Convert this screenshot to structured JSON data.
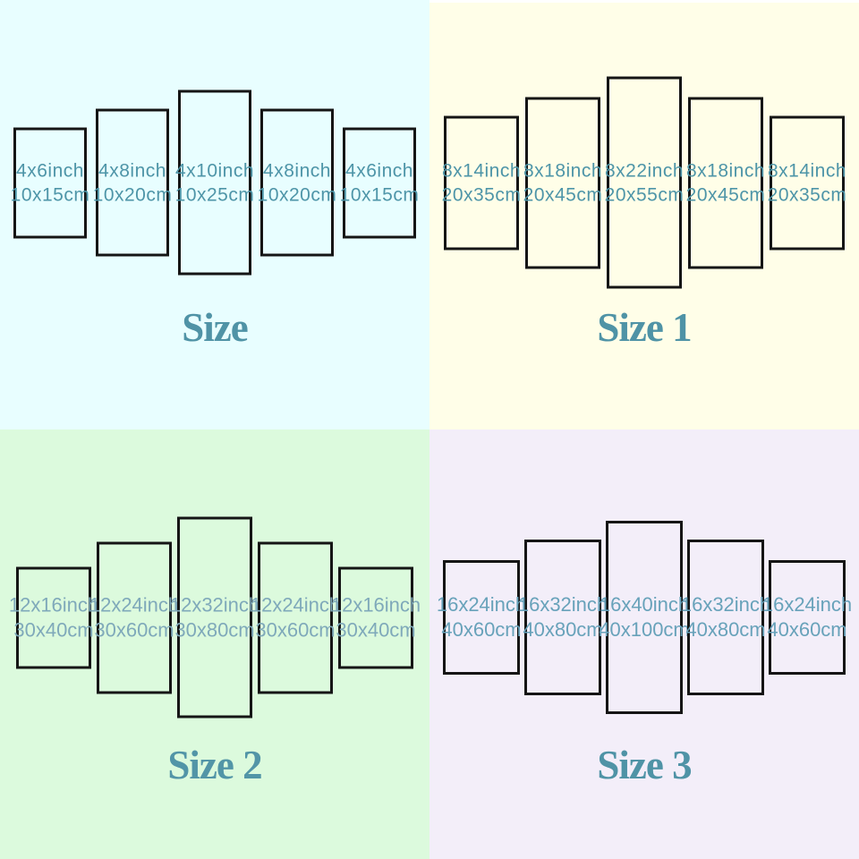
{
  "quadrants": [
    {
      "title": "Size",
      "background": "#e8feff",
      "text_color": "#4e95a8",
      "title_color": "#4f93a6",
      "panels": [
        {
          "inch": "4x6inch",
          "cm": "10x15cm"
        },
        {
          "inch": "4x8inch",
          "cm": "10x20cm"
        },
        {
          "inch": "4x10inch",
          "cm": "10x25cm"
        },
        {
          "inch": "4x8inch",
          "cm": "10x20cm"
        },
        {
          "inch": "4x6inch",
          "cm": "10x15cm"
        }
      ]
    },
    {
      "title": "Size 1",
      "background": "#fffee8",
      "text_color": "#4e95a8",
      "title_color": "#4f93a6",
      "panels": [
        {
          "inch": "8x14inch",
          "cm": "20x35cm"
        },
        {
          "inch": "8x18inch",
          "cm": "20x45cm"
        },
        {
          "inch": "8x22inch",
          "cm": "20x55cm"
        },
        {
          "inch": "8x18inch",
          "cm": "20x45cm"
        },
        {
          "inch": "8x14inch",
          "cm": "20x35cm"
        }
      ]
    },
    {
      "title": "Size 2",
      "background": "#dcfadd",
      "text_color": "#7fa9ba",
      "title_color": "#5295a7",
      "panels": [
        {
          "inch": "12x16inch",
          "cm": "30x40cm"
        },
        {
          "inch": "12x24inch",
          "cm": "30x60cm"
        },
        {
          "inch": "12x32inch",
          "cm": "30x80cm"
        },
        {
          "inch": "12x24inch",
          "cm": "30x60cm"
        },
        {
          "inch": "12x16inch",
          "cm": "30x40cm"
        }
      ]
    },
    {
      "title": "Size 3",
      "background": "#f3eef9",
      "text_color": "#68a2ba",
      "title_color": "#4f93a6",
      "panels": [
        {
          "inch": "16x24inch",
          "cm": "40x60cm"
        },
        {
          "inch": "16x32inch",
          "cm": "40x80cm"
        },
        {
          "inch": "16x40inch",
          "cm": "40x100cm"
        },
        {
          "inch": "16x32inch",
          "cm": "40x80cm"
        },
        {
          "inch": "16x24inch",
          "cm": "40x60cm"
        }
      ]
    }
  ]
}
